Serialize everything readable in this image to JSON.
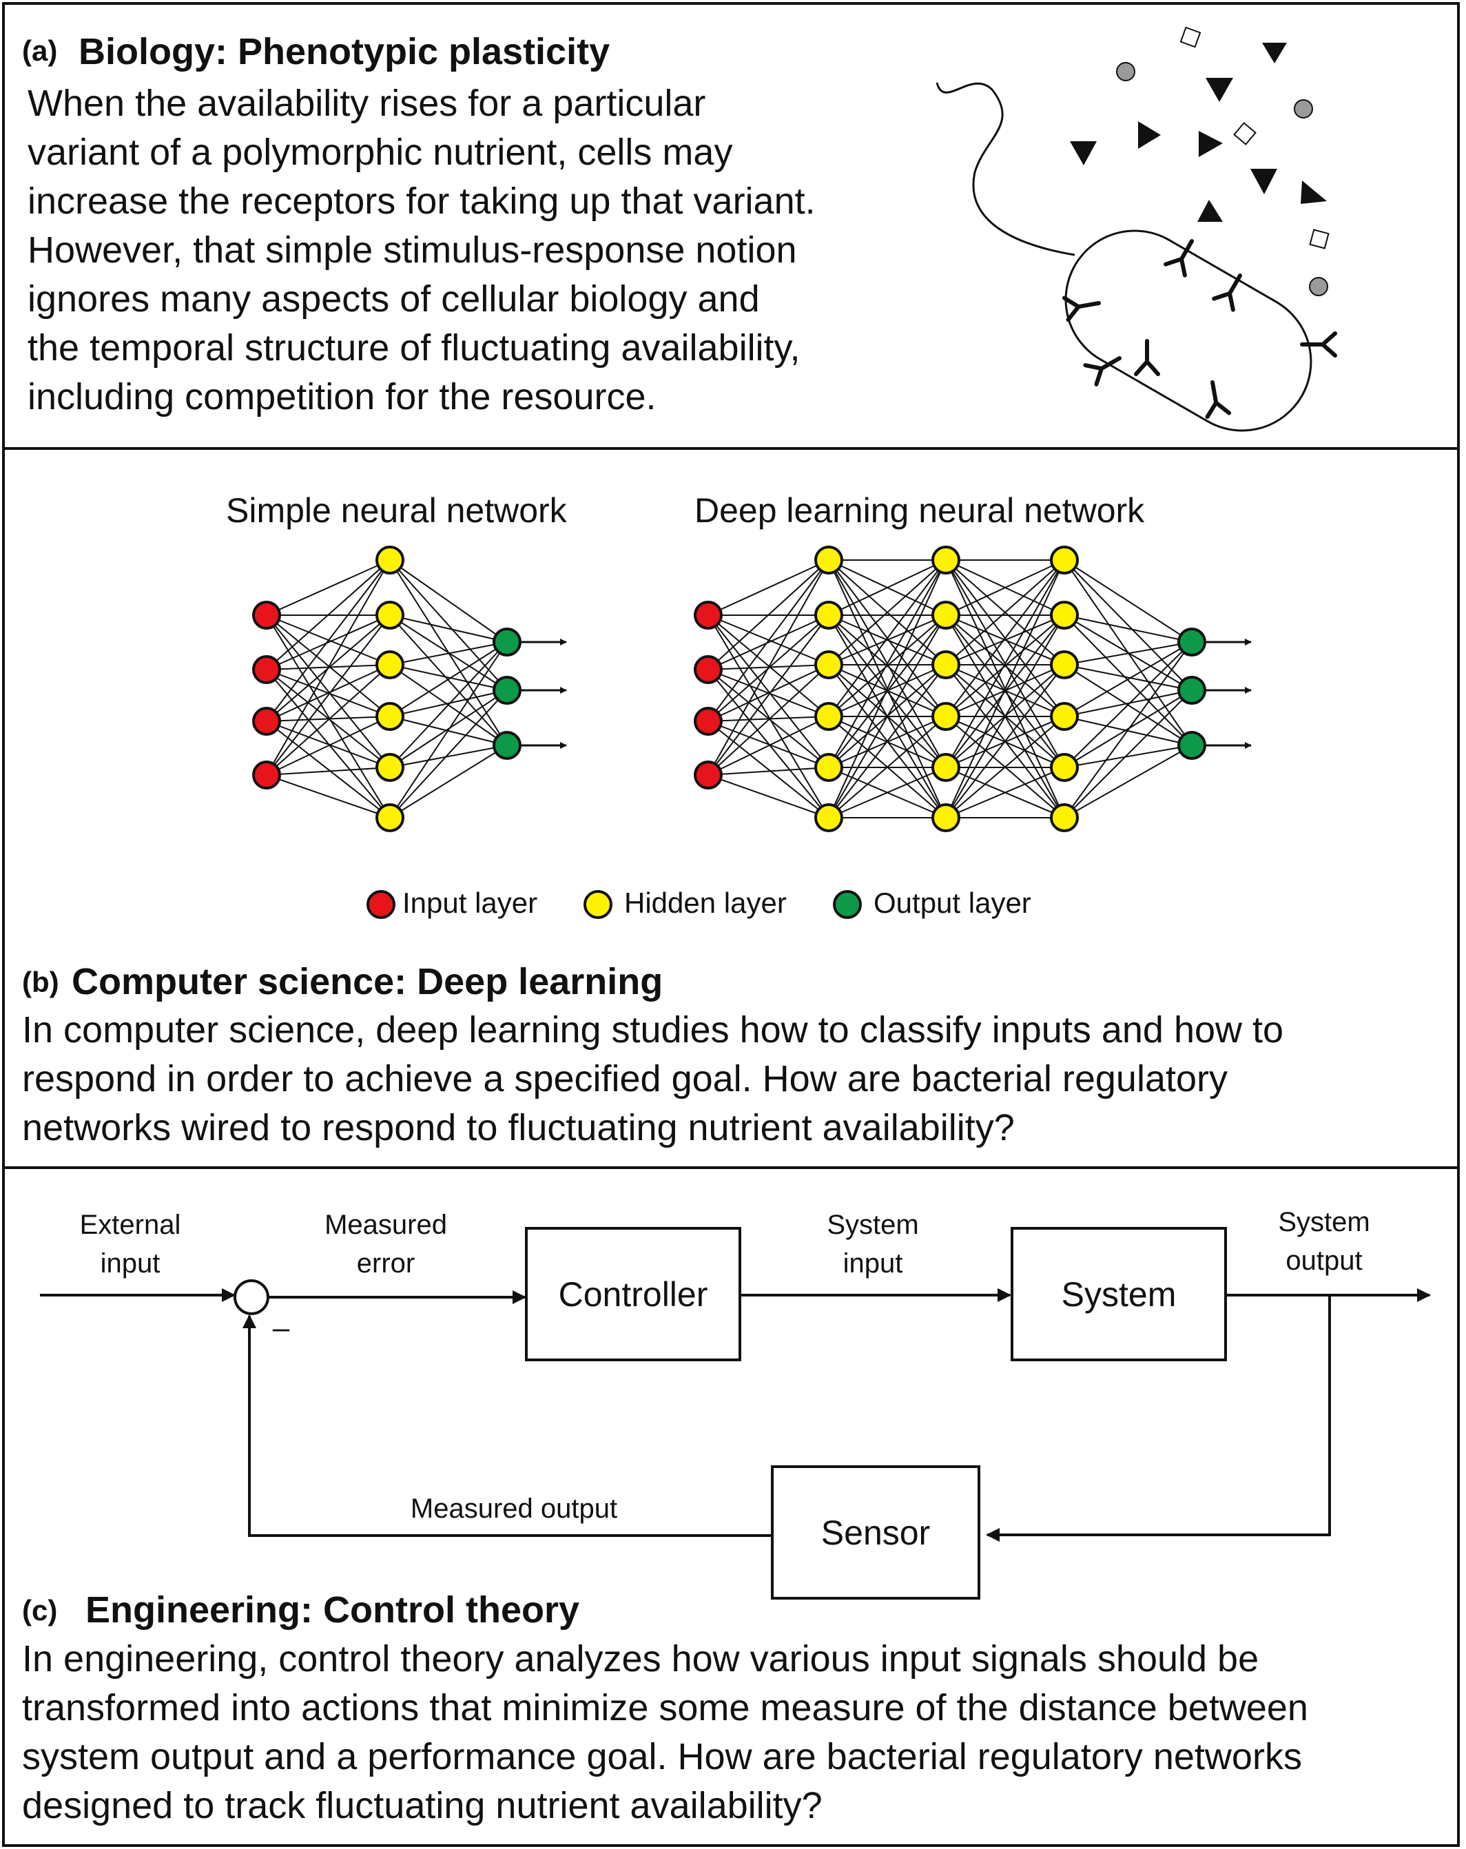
{
  "panel_a": {
    "tag": "(a)",
    "heading": "Biology: Phenotypic plasticity",
    "lines": [
      "When the availability rises for a particular",
      "variant of a polymorphic nutrient, cells may",
      "increase the receptors for taking up that variant.",
      "However, that simple stimulus-response notion",
      "ignores many aspects of cellular biology and",
      "the temporal structure of fluctuating availability,",
      "including competition for the resource."
    ],
    "illustration_icon": "bacterium-with-receptors-and-nutrients"
  },
  "panel_b": {
    "simple_title": "Simple neural  network",
    "deep_title": "Deep learning neural  network",
    "simple_layers": [
      4,
      6,
      3
    ],
    "deep_layers": [
      4,
      6,
      6,
      6,
      3
    ],
    "legend": [
      {
        "label": "Input layer",
        "color": "#e8141c"
      },
      {
        "label": "Hidden layer",
        "color": "#fff200"
      },
      {
        "label": "Output layer",
        "color": "#0c9a48"
      }
    ],
    "tag": "(b)",
    "heading": "Computer science: Deep learning",
    "lines": [
      "In computer science, deep learning studies how to classify inputs and how to",
      "respond in order to achieve a specified goal. How are bacterial regulatory",
      "networks wired to respond to fluctuating nutrient availability?"
    ]
  },
  "panel_c": {
    "labels": {
      "external_input": [
        "External",
        "input"
      ],
      "measured_error": [
        "Measured",
        "error"
      ],
      "system_input": [
        "System",
        "input"
      ],
      "system_output": [
        "System",
        "output"
      ],
      "measured_output": "Measured output",
      "minus": "–"
    },
    "boxes": {
      "controller": "Controller",
      "system": "System",
      "sensor": "Sensor"
    },
    "tag": "(c)",
    "heading": "Engineering: Control theory",
    "lines": [
      "In engineering, control theory analyzes how various input signals should be",
      "transformed into actions that minimize some measure of the distance between",
      "system output and a performance goal. How are bacterial regulatory networks",
      "designed to track fluctuating nutrient availability?"
    ]
  }
}
